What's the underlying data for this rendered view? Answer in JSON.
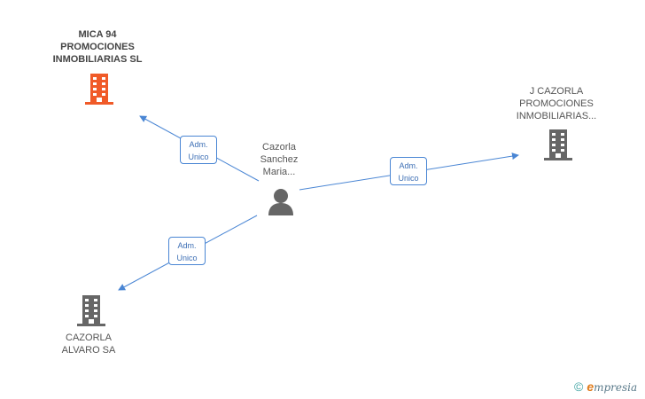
{
  "nodes": {
    "mica": {
      "lines": [
        "MICA 94",
        "PROMOCIONES",
        "INMOBILIARIAS SL"
      ],
      "icon": "building-icon",
      "color": "#f05a28"
    },
    "jcazorla": {
      "lines": [
        "J CAZORLA",
        "PROMOCIONES",
        "INMOBILIARIAS..."
      ],
      "icon": "building-icon",
      "color": "#666666"
    },
    "person": {
      "lines": [
        "Cazorla",
        "Sanchez",
        "Maria..."
      ],
      "icon": "person-icon",
      "color": "#666666"
    },
    "alvaro": {
      "lines": [
        "CAZORLA",
        "ALVARO SA"
      ],
      "icon": "building-icon",
      "color": "#666666"
    }
  },
  "edges": [
    {
      "label_lines": [
        "Adm.",
        "Unico"
      ]
    },
    {
      "label_lines": [
        "Adm.",
        "Unico"
      ]
    },
    {
      "label_lines": [
        "Adm.",
        "Unico"
      ]
    }
  ],
  "footer": {
    "copyright": "©",
    "brand_initial": "e",
    "brand_rest": "mpresia"
  },
  "colors": {
    "edge": "#4a86d4",
    "company": "#666666",
    "highlight": "#f05a28"
  }
}
